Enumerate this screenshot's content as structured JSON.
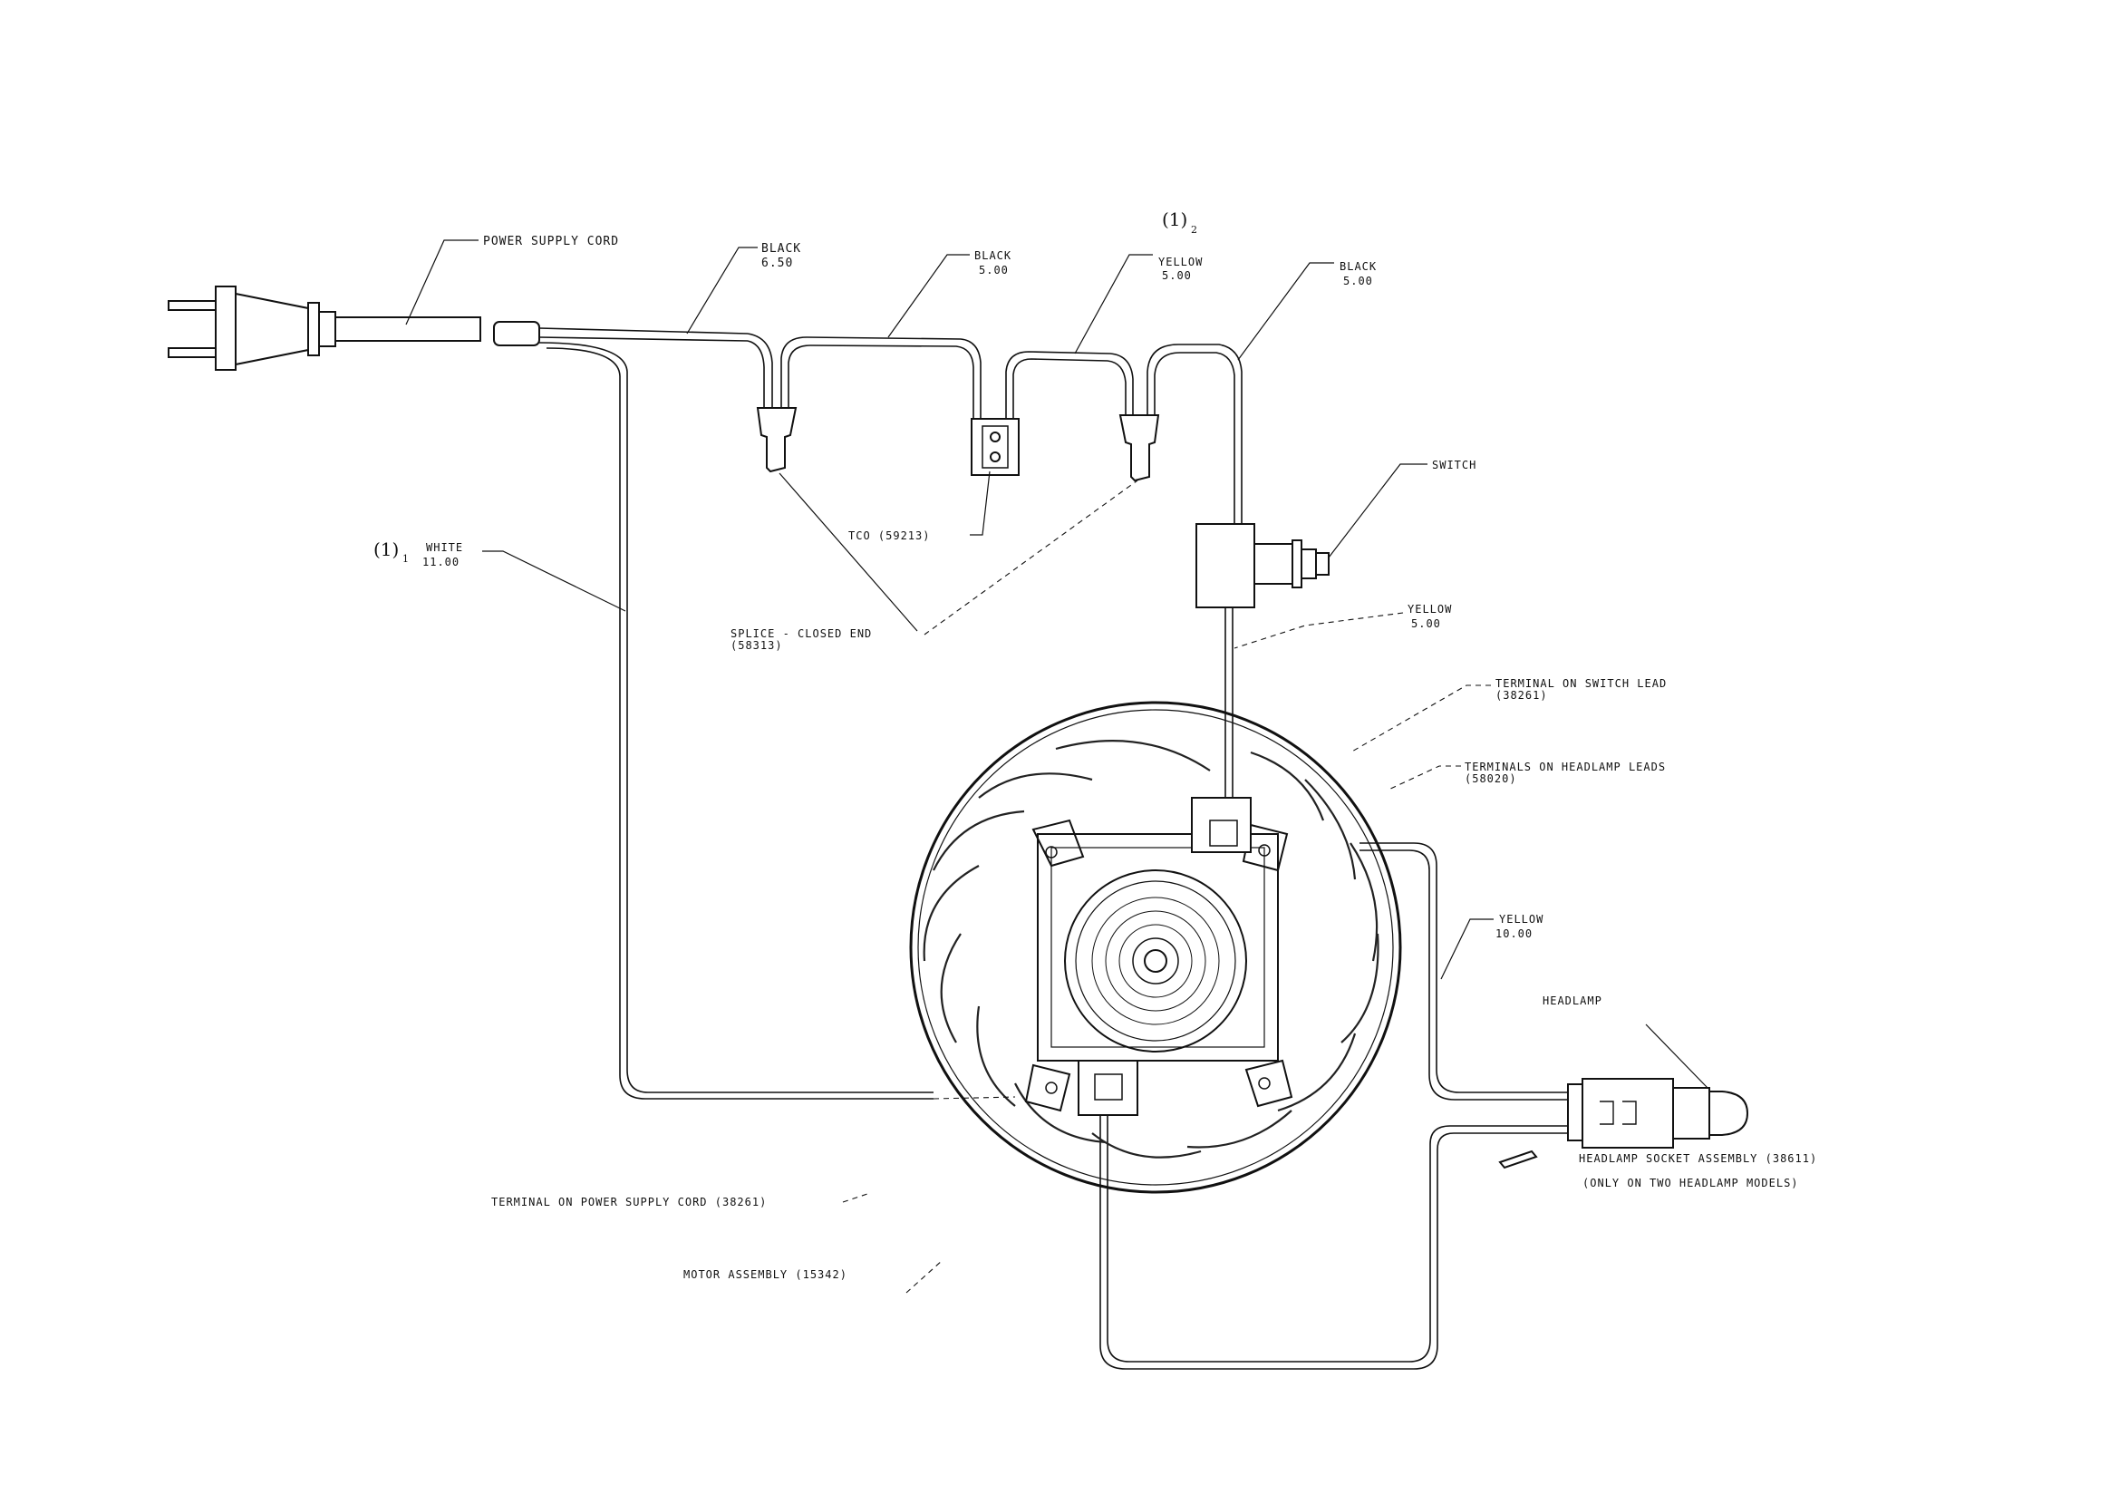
{
  "labels": {
    "power_supply_cord": "POWER SUPPLY CORD",
    "black_1_name": "BLACK",
    "black_1_len": "6.50",
    "black_2_name": "BLACK",
    "black_2_len": "5.00",
    "yellow_1_name": "YELLOW",
    "yellow_1_len": "5.00",
    "black_3_name": "BLACK",
    "black_3_len": "5.00",
    "note_2": "(1)",
    "note_2_sub": "2",
    "note_1": "(1)",
    "note_1_sub": "1",
    "white_name": "WHITE",
    "white_len": "11.00",
    "switch": "SWITCH",
    "tco": "TCO (59213)",
    "splice_1": "SPLICE - CLOSED END",
    "splice_2": "(58313)",
    "yellow_2_name": "YELLOW",
    "yellow_2_len": "5.00",
    "terminal_switch_1": "TERMINAL ON SWITCH LEAD",
    "terminal_switch_2": "(38261)",
    "terminals_headlamp_1": "TERMINALS ON HEADLAMP LEADS",
    "terminals_headlamp_2": "(58020)",
    "yellow_3_name": "YELLOW",
    "yellow_3_len": "10.00",
    "headlamp": "HEADLAMP",
    "headlamp_socket": "HEADLAMP SOCKET ASSEMBLY (38611)",
    "headlamp_socket_note": "(ONLY ON TWO HEADLAMP MODELS)",
    "terminal_power_cord": "TERMINAL ON POWER SUPPLY CORD (38261)",
    "motor_assembly": "MOTOR ASSEMBLY (15342)"
  },
  "colors": {
    "ink": "#111111",
    "paper": "#ffffff"
  }
}
